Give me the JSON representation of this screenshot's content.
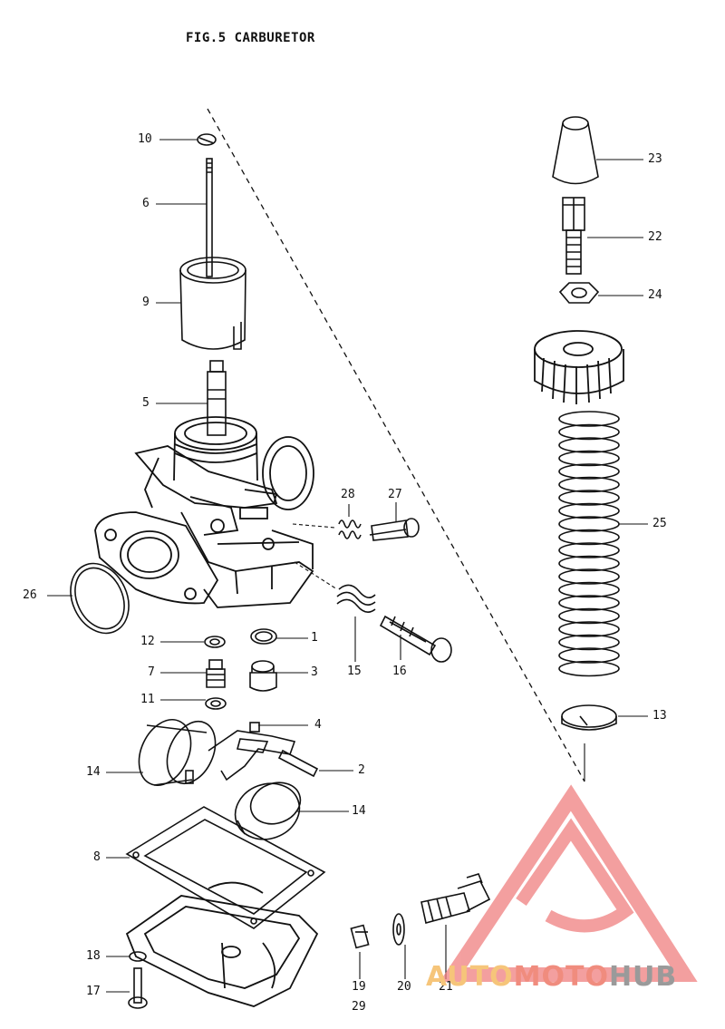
{
  "title": "FIG.5  CARBURETOR",
  "callouts": {
    "c10": "10",
    "c6": "6",
    "c9": "9",
    "c5": "5",
    "c26": "26",
    "c12": "12",
    "c1": "1",
    "c7": "7",
    "c3": "3",
    "c11": "11",
    "c4": "4",
    "c14a": "14",
    "c2": "2",
    "c14b": "14",
    "c8": "8",
    "c18": "18",
    "c17": "17",
    "c19": "19",
    "c29": "29",
    "c20": "20",
    "c21": "21",
    "c28": "28",
    "c27": "27",
    "c15": "15",
    "c16": "16",
    "c23": "23",
    "c22": "22",
    "c24": "24",
    "c25": "25",
    "c13": "13"
  },
  "watermark": {
    "part1": "AUTO",
    "part2": "MOTO",
    "part3": "HUB"
  },
  "colors": {
    "ink": "#111111",
    "watermark_red": "#f08080",
    "watermark_orange": "#f6c57a",
    "watermark_gray": "#9a9a9a"
  }
}
